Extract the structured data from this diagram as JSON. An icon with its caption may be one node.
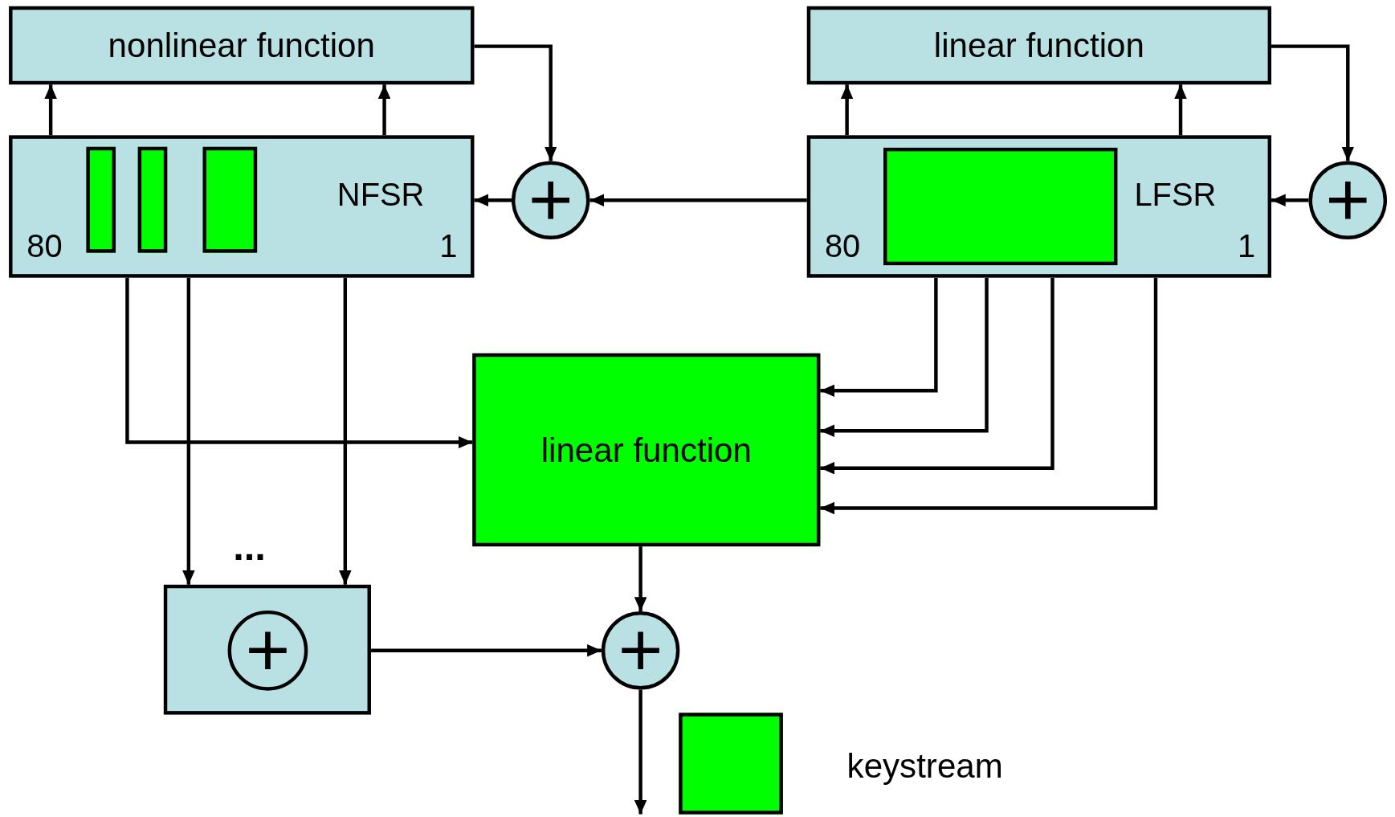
{
  "diagram": {
    "nodes": [
      {
        "text": [
          "nonlinear function"
        ]
      },
      {
        "text": [
          "linear function"
        ]
      },
      {
        "text": [
          "NFSR",
          "80",
          "1"
        ]
      },
      {
        "text": [],
        "shape": "box",
        "in": 2
      },
      {
        "text": [],
        "shape": "box",
        "in": 2
      },
      {
        "text": [],
        "shape": "box",
        "in": 2
      },
      {
        "text": [],
        "shape": "circle"
      },
      {
        "text": [
          "LFSR",
          "80",
          "1"
        ]
      },
      {
        "text": [],
        "shape": "box",
        "in": 7
      },
      {
        "text": [],
        "shape": "circle"
      },
      {
        "text": [
          "linear function"
        ]
      },
      {
        "text": [],
        "shape": "box"
      },
      {
        "text": [],
        "shape": "circle",
        "in": 11
      },
      {
        "text": [],
        "shape": "circle"
      }
    ],
    "edges": [
      {
        "from": 2,
        "to": 0,
        "arrow": "to"
      },
      {
        "from": 2,
        "to": 0,
        "arrow": "to"
      },
      {
        "from": 0,
        "to": 6,
        "arrow": "to"
      },
      {
        "from": 6,
        "to": 2,
        "arrow": "to"
      },
      {
        "from": 7,
        "to": 6,
        "arrow": "to"
      },
      {
        "from": 7,
        "to": 1,
        "arrow": "to"
      },
      {
        "from": 7,
        "to": 1,
        "arrow": "to"
      },
      {
        "from": 1,
        "to": 9,
        "arrow": "to"
      },
      {
        "from": 9,
        "to": 7,
        "arrow": "to"
      },
      {
        "from": 2,
        "to": 10,
        "arrow": "to"
      },
      {
        "from": 2,
        "to": 11,
        "arrow": "to"
      },
      {
        "from": 2,
        "to": 11,
        "arrow": "to"
      },
      {
        "from": 7,
        "to": 10,
        "arrow": "to"
      },
      {
        "from": 7,
        "to": 10,
        "arrow": "to"
      },
      {
        "from": 7,
        "to": 10,
        "arrow": "to"
      },
      {
        "from": 7,
        "to": 10,
        "arrow": "to"
      },
      {
        "from": 10,
        "to": 13,
        "arrow": "to"
      },
      {
        "from": 11,
        "to": 13,
        "arrow": "to"
      },
      {
        "from": 13,
        "to": null,
        "arrow": "to"
      }
    ],
    "labels": [
      "..."
    ],
    "legend": [
      {
        "text": "keystream",
        "color": "#00ff00"
      }
    ]
  }
}
